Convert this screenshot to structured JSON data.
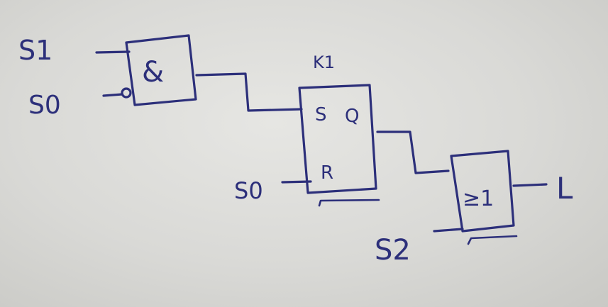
{
  "diagram": {
    "inputs": {
      "s1": "S1",
      "s0_top": "S0",
      "s0_bottom": "S0",
      "s2": "S2"
    },
    "and_gate": {
      "symbol": "&"
    },
    "flipflop": {
      "name": "K1",
      "set_pin": "S",
      "reset_pin": "R",
      "output_pin": "Q"
    },
    "or_gate": {
      "symbol": "≥1"
    },
    "output": {
      "label": "L"
    },
    "ink_color": "#2c2f7a"
  }
}
